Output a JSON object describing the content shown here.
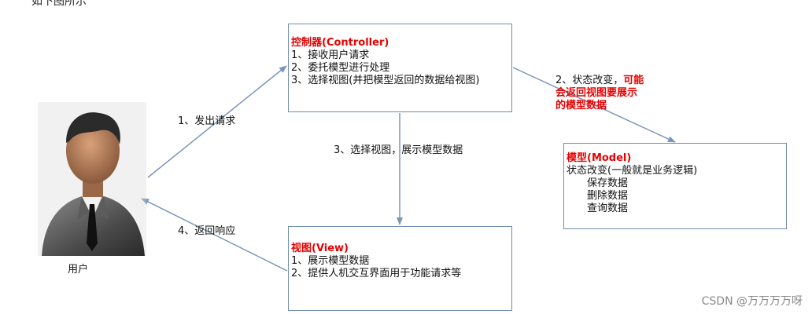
{
  "top_fragment": "如下图所示",
  "user": {
    "label": "用户"
  },
  "controller": {
    "title": "控制器(Controller)",
    "lines": [
      "1、接收用户请求",
      "2、委托模型进行处理",
      "3、选择视图(并把模型返回的数据给视图)"
    ]
  },
  "model": {
    "title": "模型(Model)",
    "lines": [
      "状态改变(一般就是业务逻辑)",
      "保存数据",
      "删除数据",
      "查询数据"
    ]
  },
  "view": {
    "title": "视图(View)",
    "lines": [
      "1、展示模型数据",
      "2、提供人机交互界面用于功能请求等"
    ]
  },
  "arrows": {
    "send_request": "1、发出请求",
    "state_change_prefix": "2、状态改变，",
    "state_change_red_1": "可能",
    "state_change_red_2": "会返回视图要展示",
    "state_change_red_3": "的模型数据",
    "select_view": "3、选择视图，展示模型数据",
    "return_response": "4、返回响应"
  },
  "watermark": "CSDN @万万万万呀",
  "colors": {
    "box_border": "#6f8cb0",
    "title_red": "#e60000",
    "arrow": "#7a95b8"
  }
}
